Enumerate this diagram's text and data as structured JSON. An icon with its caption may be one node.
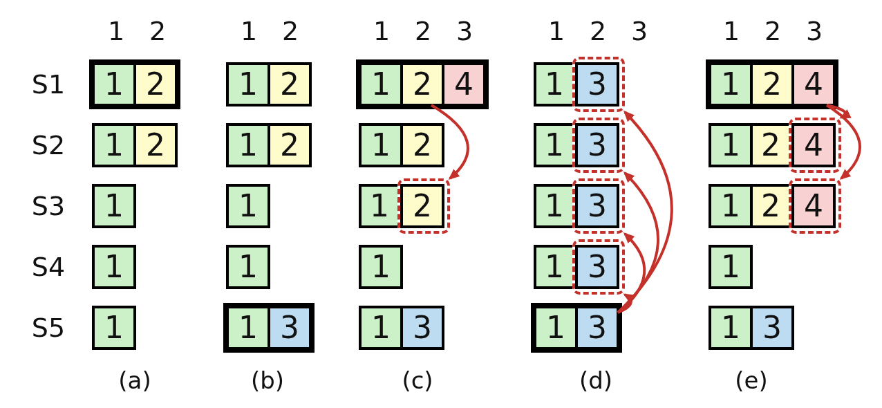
{
  "diagram": {
    "nodes": [
      {
        "text": [
          "1"
        ]
      },
      {
        "text": [
          "2"
        ]
      },
      {
        "text": [
          "1"
        ]
      },
      {
        "text": [
          "2"
        ]
      },
      {
        "text": [
          "1"
        ]
      },
      {
        "text": [
          "1"
        ]
      },
      {
        "text": [
          "1"
        ]
      },
      {
        "text": [
          "1"
        ]
      },
      {
        "text": [
          "2"
        ]
      },
      {
        "text": [
          "1"
        ]
      },
      {
        "text": [
          "2"
        ]
      },
      {
        "text": [
          "1"
        ]
      },
      {
        "text": [
          "1"
        ]
      },
      {
        "text": [
          "1"
        ]
      },
      {
        "text": [
          "3"
        ]
      },
      {
        "text": [
          "1"
        ]
      },
      {
        "text": [
          "2"
        ]
      },
      {
        "text": [
          "4"
        ]
      },
      {
        "text": [
          "1"
        ]
      },
      {
        "text": [
          "2"
        ]
      },
      {
        "text": [
          "1"
        ]
      },
      {
        "text": [],
        "shape": "box"
      },
      {
        "text": [
          "2"
        ],
        "in": 21
      },
      {
        "text": [
          "1"
        ]
      },
      {
        "text": [
          "1"
        ]
      },
      {
        "text": [
          "3"
        ]
      },
      {
        "text": [
          "1"
        ]
      },
      {
        "text": [],
        "shape": "box"
      },
      {
        "text": [
          "3"
        ],
        "in": 27
      },
      {
        "text": [
          "1"
        ]
      },
      {
        "text": [],
        "shape": "box"
      },
      {
        "text": [
          "3"
        ],
        "in": 30
      },
      {
        "text": [
          "1"
        ]
      },
      {
        "text": [],
        "shape": "box"
      },
      {
        "text": [
          "3"
        ],
        "in": 33
      },
      {
        "text": [
          "1"
        ]
      },
      {
        "text": [],
        "shape": "box"
      },
      {
        "text": [
          "3"
        ],
        "in": 36
      },
      {
        "text": [
          "1"
        ]
      },
      {
        "text": [
          "3"
        ]
      },
      {
        "text": [
          "1"
        ]
      },
      {
        "text": [
          "2"
        ]
      },
      {
        "text": [
          "4"
        ]
      },
      {
        "text": [
          "1"
        ]
      },
      {
        "text": [
          "2"
        ]
      },
      {
        "text": [],
        "shape": "box"
      },
      {
        "text": [
          "4"
        ],
        "in": 45
      },
      {
        "text": [
          "1"
        ]
      },
      {
        "text": [
          "2"
        ]
      },
      {
        "text": [],
        "shape": "box"
      },
      {
        "text": [
          "4"
        ],
        "in": 49
      },
      {
        "text": [
          "1"
        ]
      },
      {
        "text": [
          "1"
        ]
      },
      {
        "text": [
          "3"
        ]
      }
    ],
    "edges": [
      {
        "from": 16,
        "to": 21,
        "arrow": "to"
      },
      {
        "from": 39,
        "to": 27,
        "arrow": "to"
      },
      {
        "from": 39,
        "to": 30,
        "arrow": "to"
      },
      {
        "from": 39,
        "to": 33,
        "arrow": "to"
      },
      {
        "from": 39,
        "to": 36,
        "arrow": "to"
      },
      {
        "from": 42,
        "to": 45,
        "arrow": "to"
      },
      {
        "from": 42,
        "to": 49,
        "arrow": "to"
      }
    ],
    "labels": [
      "1",
      "2",
      "1",
      "2",
      "1",
      "2",
      "3",
      "1",
      "2",
      "3",
      "1",
      "2",
      "3",
      "S1",
      "S2",
      "S3",
      "S4",
      "S5",
      "(a)",
      "(b)",
      "(c)",
      "(d)",
      "(e)"
    ]
  }
}
